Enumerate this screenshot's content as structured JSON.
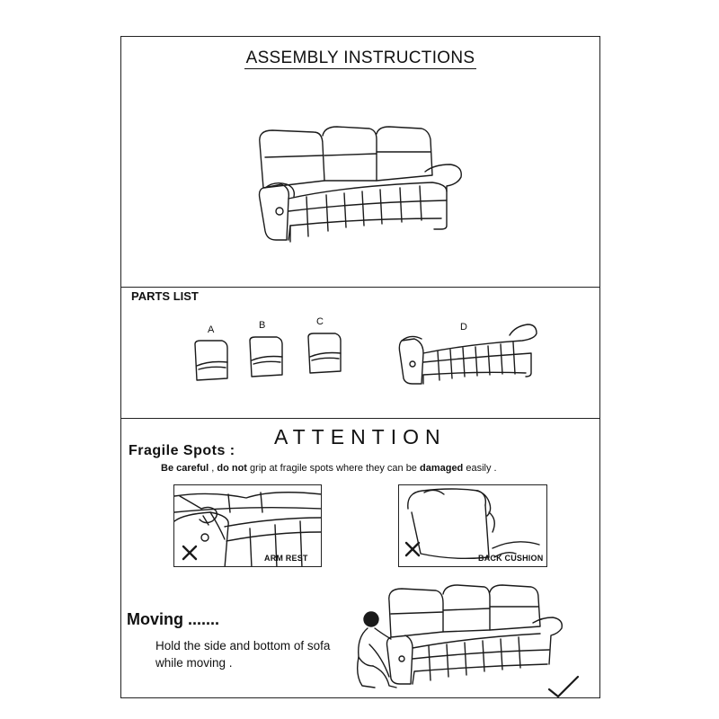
{
  "header": {
    "title": "ASSEMBLY  INSTRUCTIONS"
  },
  "parts": {
    "title": "PARTS LIST",
    "items": [
      {
        "label": "A"
      },
      {
        "label": "B"
      },
      {
        "label": "C"
      },
      {
        "label": "D"
      }
    ]
  },
  "attention": {
    "title": "ATTENTION",
    "fragile_title": "Fragile  Spots :",
    "warning": {
      "part1": "Be careful",
      "part2": " , ",
      "part3": "do not",
      "part4": " grip at fragile spots where they can be ",
      "part5": "damaged",
      "part6": " easily ."
    },
    "spots": [
      {
        "caption": "ARM  REST"
      },
      {
        "caption": "BACK CUSHION"
      }
    ]
  },
  "moving": {
    "title": "Moving .......",
    "line1": "Hold the side and bottom of sofa",
    "line2": "while moving ."
  }
}
